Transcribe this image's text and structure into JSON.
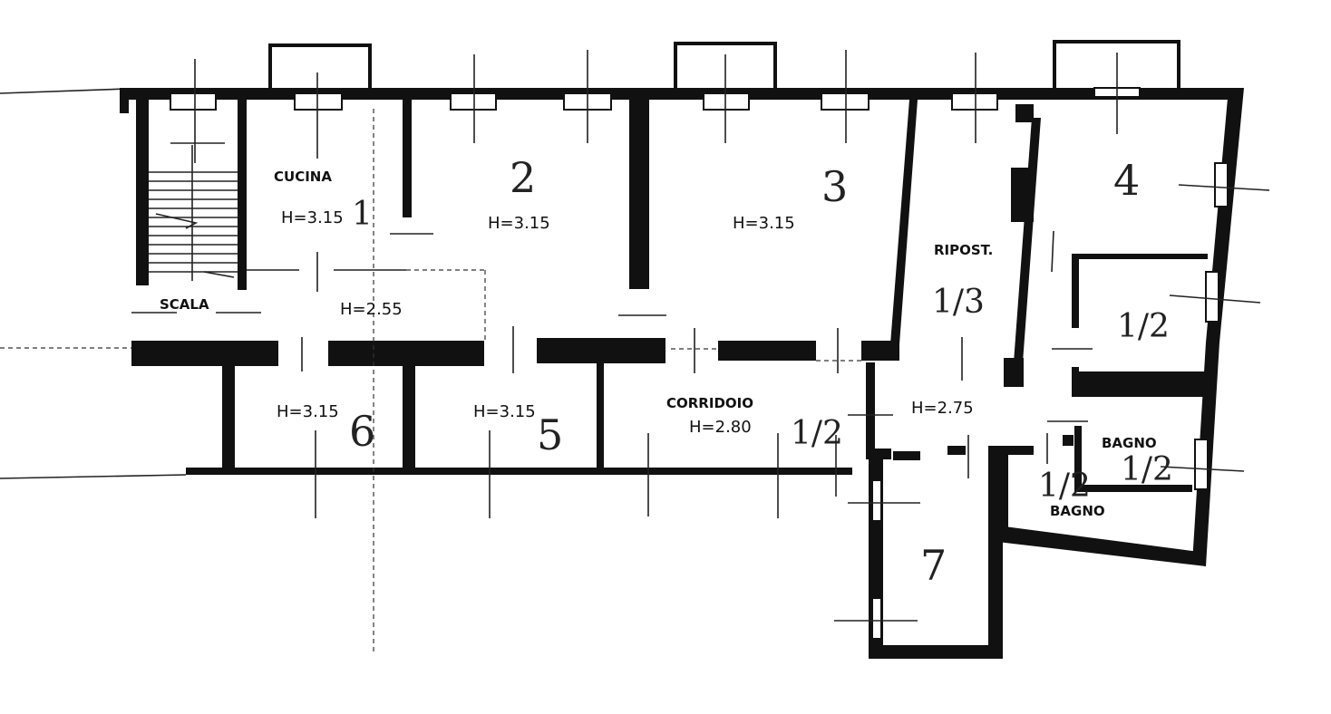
{
  "plan": {
    "rooms": {
      "cucina": {
        "label": "CUCINA",
        "height": "H=3.15",
        "number": "1"
      },
      "room2": {
        "number": "2",
        "height": "H=3.15"
      },
      "room3": {
        "number": "3",
        "height": "H=3.15"
      },
      "ripostiglio": {
        "label": "RIPOST.",
        "fraction": "1/3"
      },
      "room4": {
        "number": "4",
        "fraction": "1/2"
      },
      "scala": {
        "label": "SCALA"
      },
      "hall": {
        "height": "H=2.55"
      },
      "room6": {
        "height": "H=3.15",
        "number": "6"
      },
      "room5": {
        "height": "H=3.15",
        "number": "5"
      },
      "corridoio": {
        "label": "CORRIDOIO",
        "height": "H=2.80",
        "fraction": "1/2"
      },
      "landing": {
        "height": "H=2.75"
      },
      "bagno_main": {
        "label": "BAGNO",
        "fraction": "1/2"
      },
      "bagno_small": {
        "label": "BAGNO",
        "fraction": "1/2"
      },
      "room7": {
        "number": "7"
      }
    }
  }
}
